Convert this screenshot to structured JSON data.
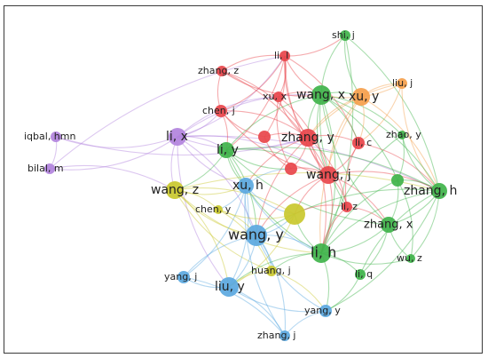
{
  "colors": {
    "red": "#e8454b",
    "green": "#3fb34a",
    "blue": "#5ba8e0",
    "purple": "#b283dd",
    "yellow": "#c9c82e",
    "orange": "#f5a04c"
  },
  "nodes": [
    {
      "id": "li_l",
      "label": "li, l",
      "cluster": "red"
    },
    {
      "id": "shi_j",
      "label": "shi, j",
      "cluster": "green"
    },
    {
      "id": "zhang_z",
      "label": "zhang, z",
      "cluster": "red"
    },
    {
      "id": "liu_j",
      "label": "liu, j",
      "cluster": "orange"
    },
    {
      "id": "xu_x",
      "label": "xu, x",
      "cluster": "red"
    },
    {
      "id": "wang_x",
      "label": "wang, x",
      "cluster": "green"
    },
    {
      "id": "xu_y",
      "label": "xu, y",
      "cluster": "orange"
    },
    {
      "id": "chen_j",
      "label": "chen, j",
      "cluster": "red"
    },
    {
      "id": "iqbal_hmn",
      "label": "iqbal, hmn",
      "cluster": "purple"
    },
    {
      "id": "li_x",
      "label": "li, x",
      "cluster": "purple"
    },
    {
      "id": "zhang_y",
      "label": "zhang, y",
      "cluster": "red"
    },
    {
      "id": "li_c",
      "label": "li, c",
      "cluster": "red"
    },
    {
      "id": "zhao_y",
      "label": "zhao, y",
      "cluster": "green"
    },
    {
      "id": "li_y",
      "label": "li, y",
      "cluster": "green"
    },
    {
      "id": "bilal_m",
      "label": "bilal, m",
      "cluster": "purple"
    },
    {
      "id": "wang_j",
      "label": "wang, j",
      "cluster": "red"
    },
    {
      "id": "wang_z",
      "label": "wang, z",
      "cluster": "yellow"
    },
    {
      "id": "xu_h",
      "label": "xu, h",
      "cluster": "blue"
    },
    {
      "id": "zhang_h",
      "label": "zhang, h",
      "cluster": "green"
    },
    {
      "id": "chen_y",
      "label": "chen, y",
      "cluster": "yellow"
    },
    {
      "id": "li_z",
      "label": "li, z",
      "cluster": "red"
    },
    {
      "id": "zhang_x",
      "label": "zhang, x",
      "cluster": "green"
    },
    {
      "id": "wang_y",
      "label": "wang, y",
      "cluster": "blue"
    },
    {
      "id": "li_h",
      "label": "li, h",
      "cluster": "green"
    },
    {
      "id": "wu_z",
      "label": "wu, z",
      "cluster": "green"
    },
    {
      "id": "huang_j",
      "label": "huang, j",
      "cluster": "yellow"
    },
    {
      "id": "yang_j",
      "label": "yang, j",
      "cluster": "blue"
    },
    {
      "id": "li_q",
      "label": "li, q",
      "cluster": "green"
    },
    {
      "id": "liu_y",
      "label": "liu, y",
      "cluster": "blue"
    },
    {
      "id": "yang_y",
      "label": "yang, y",
      "cluster": "blue"
    },
    {
      "id": "zhang_j",
      "label": "zhang, j",
      "cluster": "blue"
    },
    {
      "id": "n_red_a",
      "label": "",
      "cluster": "red"
    },
    {
      "id": "n_red_b",
      "label": "",
      "cluster": "red"
    },
    {
      "id": "n_yellow_a",
      "label": "",
      "cluster": "yellow"
    },
    {
      "id": "n_green_a",
      "label": "",
      "cluster": "green"
    }
  ]
}
